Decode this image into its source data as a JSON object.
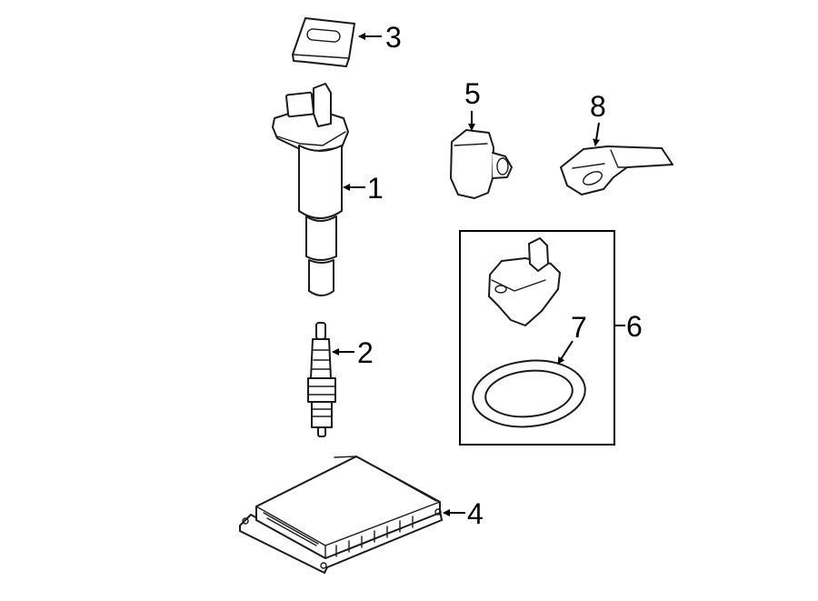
{
  "diagram": {
    "callouts": [
      {
        "id": "1",
        "label": "1",
        "part": "ignition-coil"
      },
      {
        "id": "2",
        "label": "2",
        "part": "spark-plug"
      },
      {
        "id": "3",
        "label": "3",
        "part": "coil-bracket"
      },
      {
        "id": "4",
        "label": "4",
        "part": "engine-control-module"
      },
      {
        "id": "5",
        "label": "5",
        "part": "sensor"
      },
      {
        "id": "6",
        "label": "6",
        "part": "sensor-kit"
      },
      {
        "id": "7",
        "label": "7",
        "part": "o-ring"
      },
      {
        "id": "8",
        "label": "8",
        "part": "sensor-bracket"
      }
    ]
  }
}
